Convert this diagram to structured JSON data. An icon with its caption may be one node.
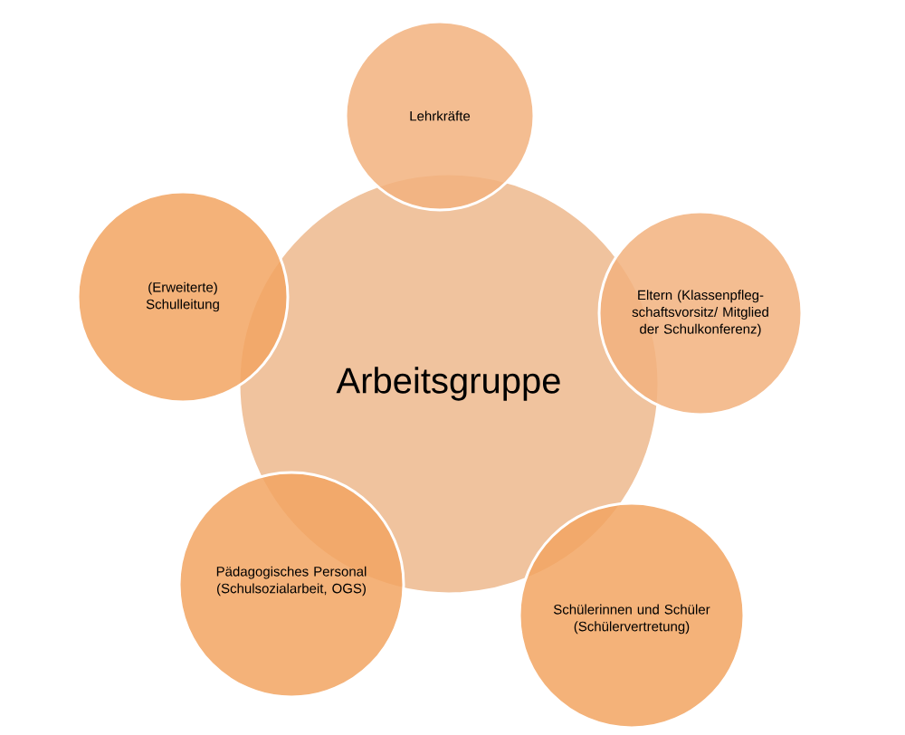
{
  "diagram": {
    "nodes": [
      {
        "text": [
          "Arbeitsgruppe"
        ]
      },
      {
        "text": [
          "Lehrkräfte"
        ]
      },
      {
        "text": [
          "Eltern (Klassenpfleg- schaftsvorsitz/ Mitglied der Schulkonferenz)"
        ]
      },
      {
        "text": [
          "Schülerinnen und Schüler (Schülervertretung)"
        ]
      },
      {
        "text": [
          "Pädagogisches Personal (Schulsozialarbeit, OGS)"
        ]
      },
      {
        "text": [
          "(Erweiterte) Schulleitung"
        ]
      }
    ]
  }
}
